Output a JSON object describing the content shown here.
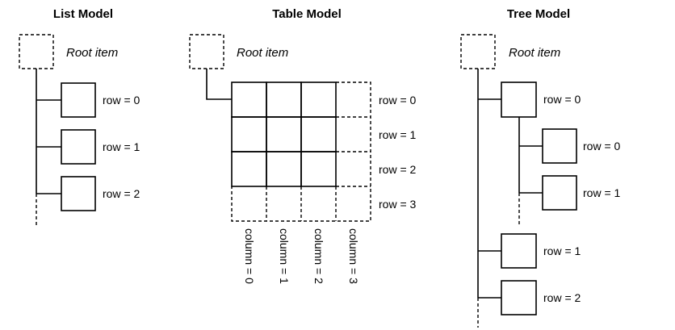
{
  "list_model": {
    "title": "List Model",
    "root_label": "Root item",
    "rows": [
      "row = 0",
      "row = 1",
      "row = 2"
    ]
  },
  "table_model": {
    "title": "Table Model",
    "root_label": "Root item",
    "rows": [
      "row = 0",
      "row = 1",
      "row = 2",
      "row = 3"
    ],
    "columns": [
      "column = 0",
      "column = 1",
      "column = 2",
      "column = 3"
    ]
  },
  "tree_model": {
    "title": "Tree Model",
    "root_label": "Root item",
    "top_rows": [
      "row = 0",
      "row = 1",
      "row = 2"
    ],
    "child_rows": [
      "row = 0",
      "row = 1"
    ]
  }
}
